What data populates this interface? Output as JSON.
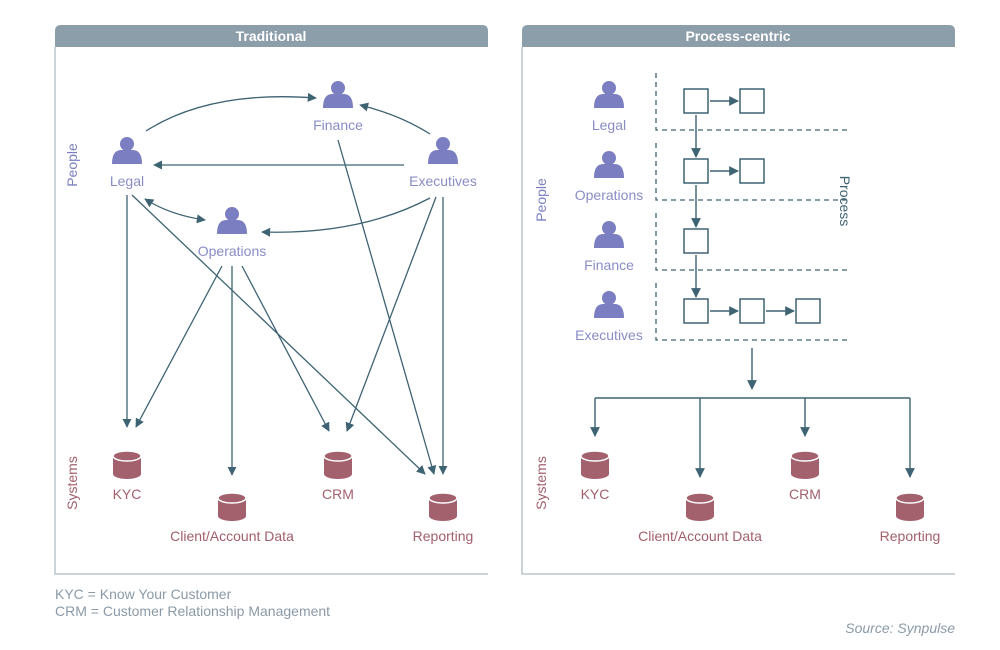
{
  "colors": {
    "header": "#8d9eab",
    "frame": "#bcc6cd",
    "person": "#7b7fc1",
    "person_text": "#8a8cc6",
    "system": "#a3606d",
    "system_text": "#a35f6d",
    "arrow": "#3e6373",
    "people_label": "#7b7fc1",
    "note_text": "#8b9aa7"
  },
  "panels": {
    "traditional": {
      "title": "Traditional",
      "people_label": "People",
      "systems_label": "Systems",
      "people": {
        "finance": "Finance",
        "legal": "Legal",
        "executives": "Executives",
        "operations": "Operations"
      },
      "systems": {
        "kyc": "KYC",
        "client": "Client/Account Data",
        "crm": "CRM",
        "reporting": "Reporting"
      }
    },
    "process": {
      "title": "Process-centric",
      "people_label": "People",
      "systems_label": "Systems",
      "process_label": "Process",
      "people": {
        "legal": "Legal",
        "operations": "Operations",
        "finance": "Finance",
        "executives": "Executives"
      },
      "systems": {
        "kyc": "KYC",
        "client": "Client/Account Data",
        "crm": "CRM",
        "reporting": "Reporting"
      }
    }
  },
  "notes": [
    "KYC = Know Your Customer",
    "CRM = Customer Relationship Management"
  ],
  "source": "Source: Synpulse"
}
